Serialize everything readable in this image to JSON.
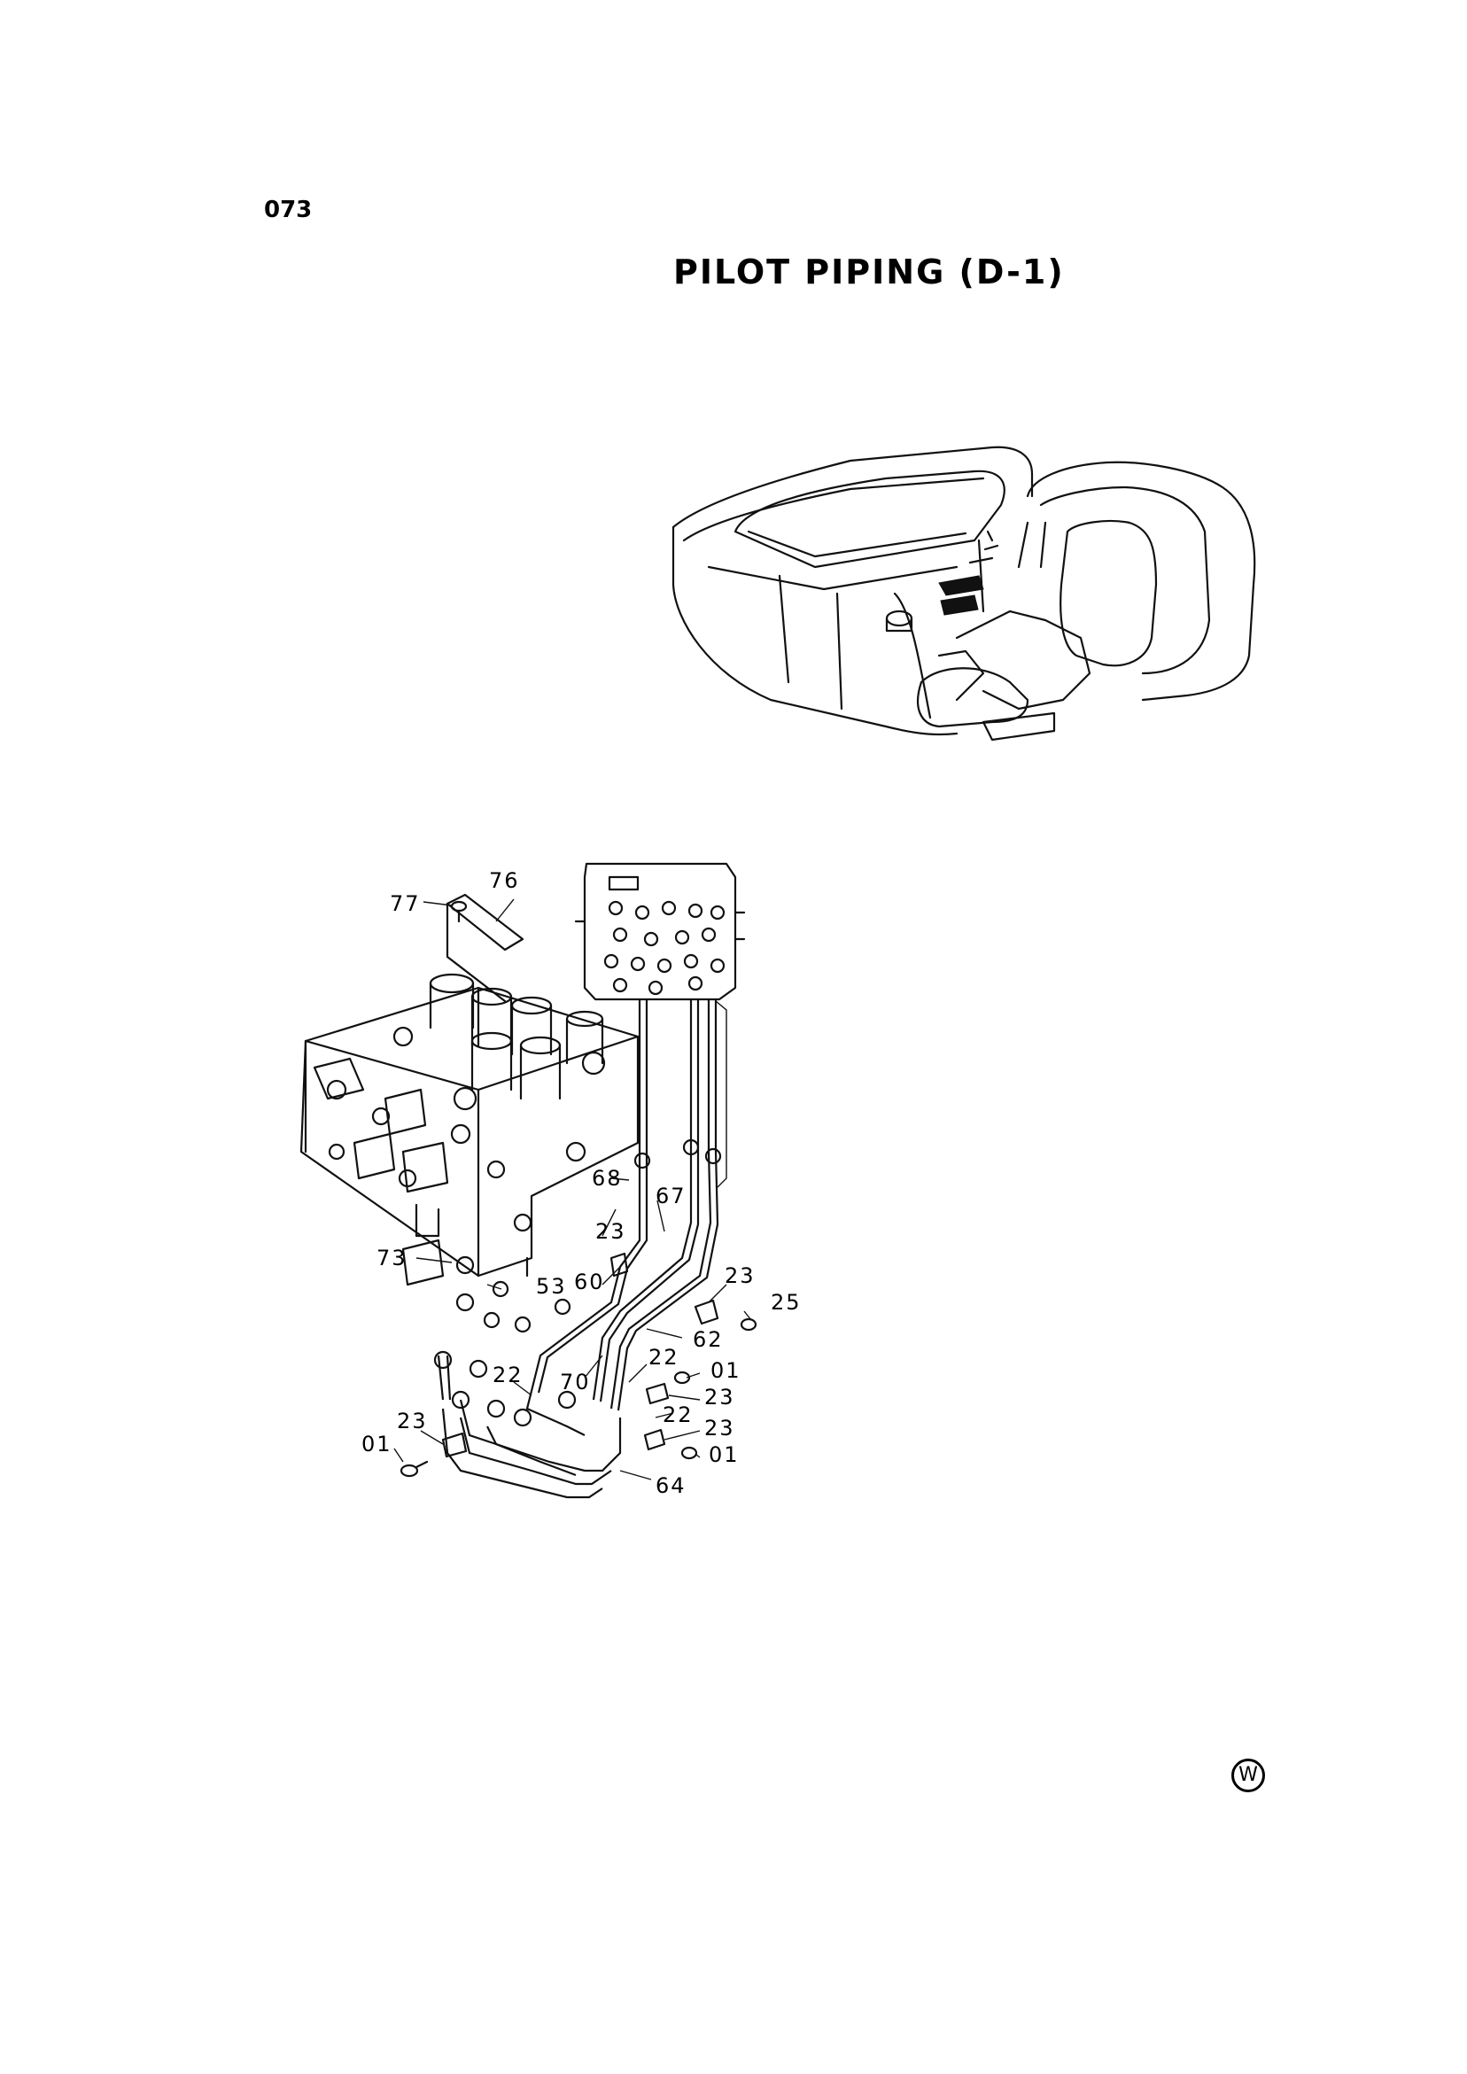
{
  "page_number": "073",
  "title": "PILOT PIPING (D-1)",
  "corner_mark": "W",
  "callouts": [
    {
      "id": "c77",
      "text": "77"
    },
    {
      "id": "c76",
      "text": "76"
    },
    {
      "id": "c68",
      "text": "68"
    },
    {
      "id": "c67",
      "text": "67"
    },
    {
      "id": "c23a",
      "text": "23"
    },
    {
      "id": "c73",
      "text": "73"
    },
    {
      "id": "c53",
      "text": "53"
    },
    {
      "id": "c60",
      "text": "60"
    },
    {
      "id": "c23b",
      "text": "23"
    },
    {
      "id": "c25",
      "text": "25"
    },
    {
      "id": "c62",
      "text": "62"
    },
    {
      "id": "c22a",
      "text": "22"
    },
    {
      "id": "c70",
      "text": "70"
    },
    {
      "id": "c22b",
      "text": "22"
    },
    {
      "id": "c01a",
      "text": "01"
    },
    {
      "id": "c23c",
      "text": "23"
    },
    {
      "id": "c22c",
      "text": "22"
    },
    {
      "id": "c23d",
      "text": "23"
    },
    {
      "id": "c23e",
      "text": "23"
    },
    {
      "id": "c01b",
      "text": "01"
    },
    {
      "id": "c01c",
      "text": "01"
    },
    {
      "id": "c64",
      "text": "64"
    }
  ]
}
